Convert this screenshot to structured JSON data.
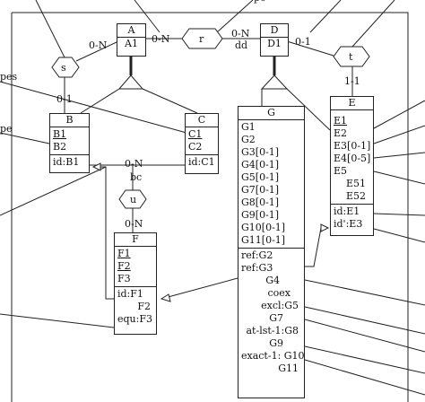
{
  "frame": {
    "top_stub": "pe",
    "left_stubs": [
      "pes",
      "pe"
    ]
  },
  "entities": {
    "A": {
      "name": "A",
      "attrs": [
        "A1"
      ],
      "ids": []
    },
    "D": {
      "name": "D",
      "attrs": [
        "D1"
      ],
      "ids": []
    },
    "B": {
      "name": "B",
      "attrs": [
        "B1",
        "B2"
      ],
      "ids": [
        "id:B1"
      ]
    },
    "C": {
      "name": "C",
      "attrs": [
        "C1",
        "C2"
      ],
      "ids": [
        "id:C1"
      ]
    },
    "G": {
      "name": "G",
      "attrs": [
        "G1",
        "G2",
        "G3[0-1]",
        "G4[0-1]",
        "G5[0-1]",
        "G7[0-1]",
        "G8[0-1]",
        "G9[0-1]",
        "G10[0-1]",
        "G11[0-1]"
      ],
      "constraints": [
        "ref:G2",
        "ref:G3",
        "G4",
        "coex",
        "excl:G5",
        "G7",
        "at-lst-1:G8",
        "G9",
        "exact-1: G10",
        "G11"
      ]
    },
    "E": {
      "name": "E",
      "attrs": [
        "E1",
        "E2",
        "E3[0-1]",
        "E4[0-5]",
        "E5",
        "E51",
        "E52"
      ],
      "ids": [
        "id:E1",
        "id':E3"
      ]
    },
    "F": {
      "name": "F",
      "attrs": [
        "F1",
        "F2",
        "F3"
      ],
      "ids": [
        "id:F1",
        "F2",
        "equ:F3"
      ]
    }
  },
  "relationships": {
    "s": {
      "name": "s",
      "card_A": "0-N",
      "card_B": "0-1"
    },
    "r": {
      "name": "r",
      "card_A": "0-N",
      "card_D": "0-N",
      "card_D_label": "dd"
    },
    "t": {
      "name": "t",
      "card_D": "0-1",
      "card_E": "1-1"
    },
    "u": {
      "name": "u",
      "card_B": "0-N",
      "card_B_label": "bc",
      "card_F": "0-N"
    }
  }
}
